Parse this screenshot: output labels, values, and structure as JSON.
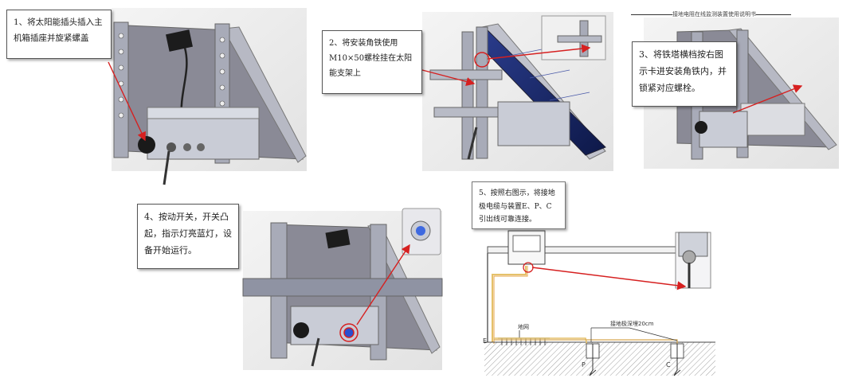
{
  "header": {
    "title": "接地电阻在线监测装置使用说明书"
  },
  "steps": [
    {
      "text": "1、将太阳能插头插入主机箱插座并旋紧螺盖"
    },
    {
      "text": "2、将安装角铁使用M10×50螺栓挂在太阳能支架上"
    },
    {
      "text": "3、将铁塔横档按右图示卡进安装角铁内，并锁紧对应螺栓。"
    },
    {
      "text": "4、按动开关，开关凸起，指示灯亮蓝灯，设备开始运行。"
    },
    {
      "text": "5、按照右图示，将接地极电缆与装置E、P、C引出线可靠连接。"
    }
  ],
  "ground_diagram": {
    "ground_grid_label": "地网",
    "depth_label": "接地极深埋20cm",
    "terminals": [
      "E",
      "P",
      "C"
    ]
  },
  "colors": {
    "arrow": "#d62020",
    "steel": "#9ea2b0",
    "panel": "#8a8a96",
    "solar_blue": "#1a2a6e",
    "cable_yellow": "#e5c16a"
  }
}
